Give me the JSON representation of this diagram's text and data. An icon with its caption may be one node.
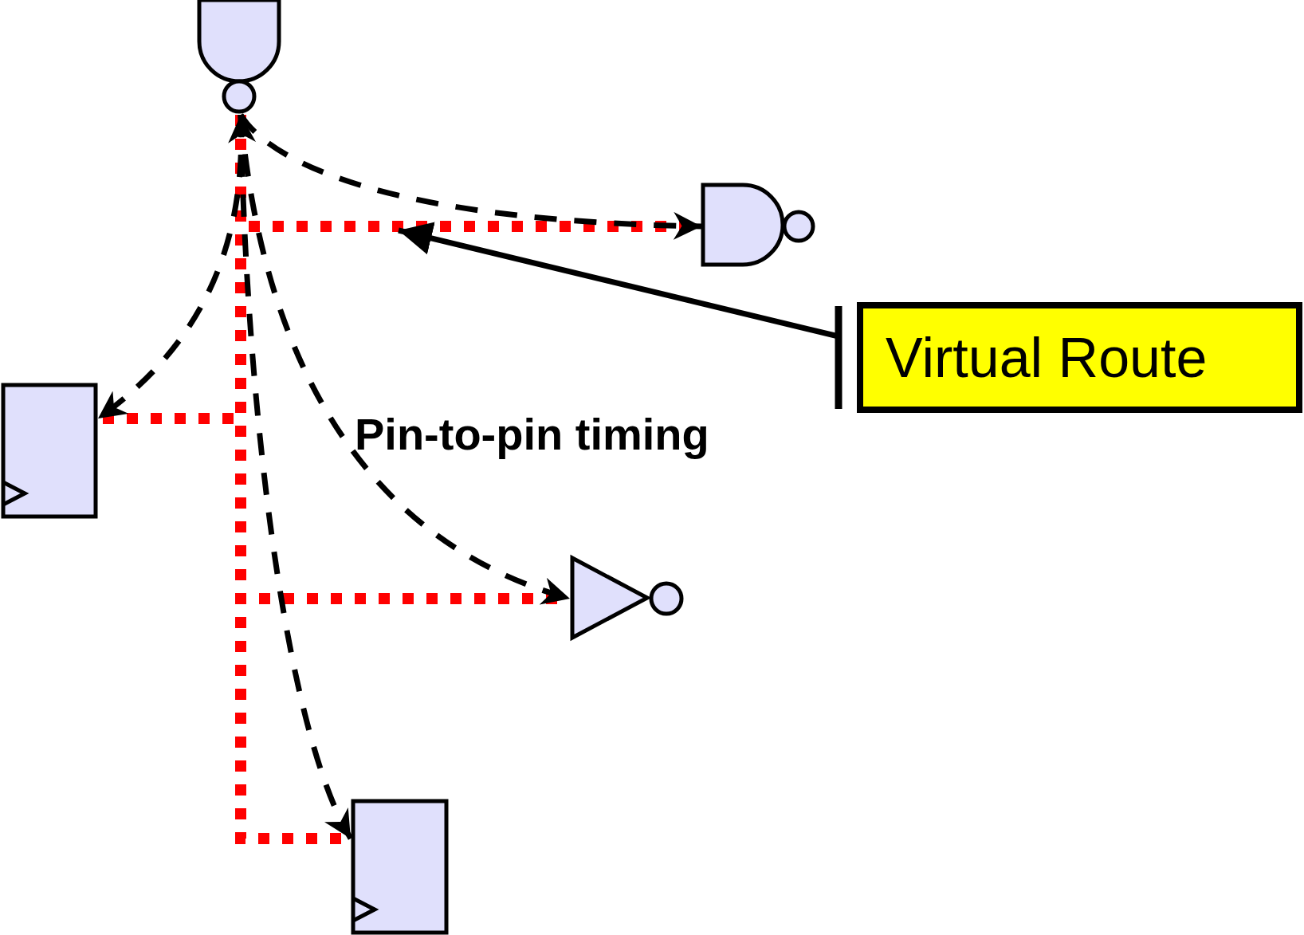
{
  "diagram": {
    "nodes": [
      {
        "text": [],
        "shape": "gate"
      },
      {
        "text": [],
        "shape": "gate"
      },
      {
        "text": [],
        "shape": "box"
      },
      {
        "text": [],
        "shape": "triangle"
      },
      {
        "text": [],
        "shape": "box"
      },
      {
        "text": [
          "Virtual Route"
        ]
      }
    ],
    "edges": [
      {
        "from": 0,
        "to": 1,
        "arrow": "to",
        "style": "dashed"
      },
      {
        "from": 0,
        "to": 2,
        "arrow": "both",
        "style": "dashed"
      },
      {
        "from": 0,
        "to": 3,
        "arrow": "to",
        "style": "dashed"
      },
      {
        "from": 0,
        "to": 4,
        "arrow": "to",
        "style": "dashed"
      },
      {
        "from": 0,
        "to": 1,
        "arrow": "none",
        "style": "dashed",
        "color": "#ff0000"
      },
      {
        "from": 0,
        "to": 2,
        "arrow": "none",
        "style": "dashed",
        "color": "#ff0000"
      },
      {
        "from": 0,
        "to": 3,
        "arrow": "none",
        "style": "dashed",
        "color": "#ff0000"
      },
      {
        "from": 0,
        "to": 4,
        "arrow": "none",
        "style": "dashed",
        "color": "#ff0000"
      },
      {
        "from": 5,
        "to": null,
        "arrow": "to"
      }
    ],
    "labels": [
      "Pin-to-pin timing"
    ]
  }
}
